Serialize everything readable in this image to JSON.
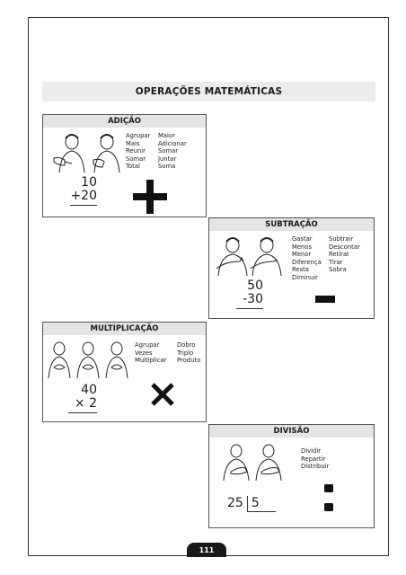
{
  "title": "OPERAÇÕES MATEMÁTICAS",
  "page_number": "111",
  "sections": {
    "addition": {
      "heading": "ADIÇÃO",
      "words_col1": [
        "Agrupar",
        "Mais",
        "Reunir",
        "Somar",
        "Total"
      ],
      "words_col2": [
        "Maior",
        "Adicionar",
        "Somar",
        "Juntar",
        "Soma"
      ],
      "number_top": "10",
      "number_bottom": "+20"
    },
    "subtraction": {
      "heading": "SUBTRAÇÃO",
      "words_col1": [
        "Gastar",
        "Menos",
        "Menor",
        "Diferença",
        "Resta",
        "Diminuir"
      ],
      "words_col2": [
        "Subtrair",
        "Descontar",
        "Retirar",
        "Tirar",
        "Sobra"
      ],
      "number_top": "50",
      "number_bottom": "-30"
    },
    "multiplication": {
      "heading": "MULTIPLICAÇÃO",
      "words_col1": [
        "Agrupar",
        "Vezes",
        "Multiplicar"
      ],
      "words_col2": [
        "Dobro",
        "Triplo",
        "Produto"
      ],
      "number_top": "40",
      "number_bottom": "× 2"
    },
    "division": {
      "heading": "DIVISÃO",
      "words_col1": [
        "Dividir",
        "Repartir",
        "Distribuir"
      ],
      "dividend": "25",
      "divisor": "5"
    }
  }
}
